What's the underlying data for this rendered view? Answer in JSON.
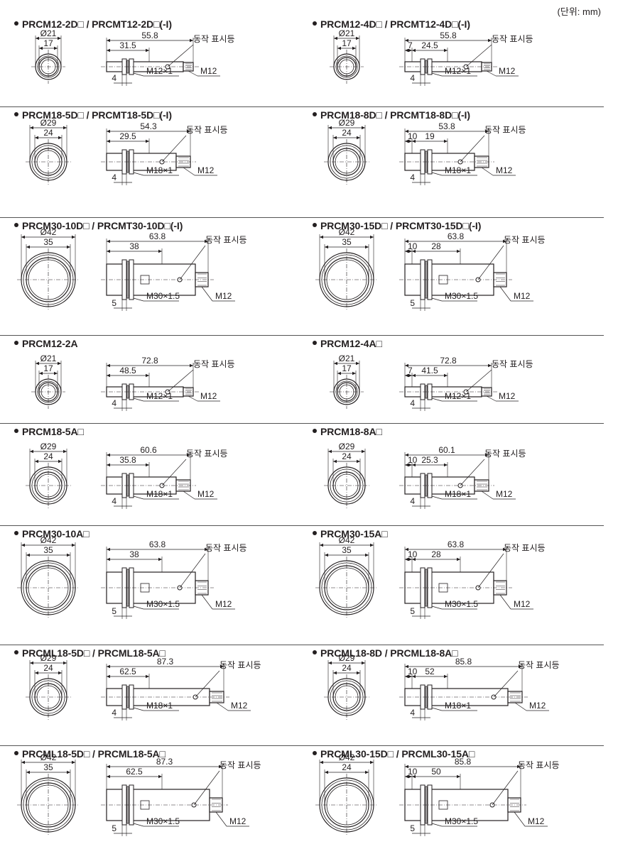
{
  "unit_note": "(단위: mm)",
  "products": [
    {
      "title": "PRCM12-2D□ / PRCMT12-2D□(-I)",
      "front_outer": "Ø21",
      "front_inner": "17",
      "total": "55.8",
      "dims": [
        "31.5"
      ],
      "nut": "4",
      "thread": "M12×1",
      "connector": "M12",
      "indicator": "동작 표시등"
    },
    {
      "title": "PRCM12-4D□ / PRCMT12-4D□(-I)",
      "front_outer": "Ø21",
      "front_inner": "17",
      "total": "55.8",
      "dims": [
        "7",
        "24.5"
      ],
      "nut": "4",
      "thread": "M12×1",
      "connector": "M12",
      "indicator": "동작 표시등"
    },
    {
      "title": "PRCM18-5D□ / PRCMT18-5D□(-I)",
      "front_outer": "Ø29",
      "front_inner": "24",
      "total": "54.3",
      "dims": [
        "29.5"
      ],
      "nut": "4",
      "thread": "M18×1",
      "connector": "M12",
      "indicator": "동작 표시등"
    },
    {
      "title": "PRCM18-8D□ / PRCMT18-8D□(-I)",
      "front_outer": "Ø29",
      "front_inner": "24",
      "total": "53.8",
      "dims": [
        "10",
        "19"
      ],
      "nut": "4",
      "thread": "M18×1",
      "connector": "M12",
      "indicator": "동작 표시등"
    },
    {
      "title": "PRCM30-10D□ / PRCMT30-10D□(-I)",
      "front_outer": "Ø42",
      "front_inner": "35",
      "total": "63.8",
      "dims": [
        "38"
      ],
      "nut": "5",
      "thread": "M30×1.5",
      "connector": "M12",
      "indicator": "동작 표시등"
    },
    {
      "title": "PRCM30-15D□ / PRCMT30-15D□(-I)",
      "front_outer": "Ø42",
      "front_inner": "35",
      "total": "63.8",
      "dims": [
        "10",
        "28"
      ],
      "nut": "5",
      "thread": "M30×1.5",
      "connector": "M12",
      "indicator": "동작 표시등"
    },
    {
      "title": "PRCM12-2A",
      "front_outer": "Ø21",
      "front_inner": "17",
      "total": "72.8",
      "dims": [
        "48.5"
      ],
      "nut": "4",
      "thread": "M12×1",
      "connector": "M12",
      "indicator": "동작 표시등"
    },
    {
      "title": "PRCM12-4A□",
      "front_outer": "Ø21",
      "front_inner": "17",
      "total": "72.8",
      "dims": [
        "7",
        "41.5"
      ],
      "nut": "4",
      "thread": "M12×1",
      "connector": "M12",
      "indicator": "동작 표시등"
    },
    {
      "title": "PRCM18-5A□",
      "front_outer": "Ø29",
      "front_inner": "24",
      "total": "60.6",
      "dims": [
        "35.8"
      ],
      "nut": "4",
      "thread": "M18×1",
      "connector": "M12",
      "indicator": "동작 표시등"
    },
    {
      "title": "PRCM18-8A□",
      "front_outer": "Ø29",
      "front_inner": "24",
      "total": "60.1",
      "dims": [
        "10",
        "25.3"
      ],
      "nut": "4",
      "thread": "M18×1",
      "connector": "M12",
      "indicator": "동작 표시등"
    },
    {
      "title": "PRCM30-10A□",
      "front_outer": "Ø42",
      "front_inner": "35",
      "total": "63.8",
      "dims": [
        "38"
      ],
      "nut": "5",
      "thread": "M30×1.5",
      "connector": "M12",
      "indicator": "동작 표시등"
    },
    {
      "title": "PRCM30-15A□",
      "front_outer": "Ø42",
      "front_inner": "35",
      "total": "63.8",
      "dims": [
        "10",
        "28"
      ],
      "nut": "5",
      "thread": "M30×1.5",
      "connector": "M12",
      "indicator": "동작 표시등"
    },
    {
      "title": "PRCML18-5D□ / PRCML18-5A□",
      "front_outer": "Ø29",
      "front_inner": "24",
      "total": "87.3",
      "dims": [
        "62.5"
      ],
      "nut": "4",
      "thread": "M18×1",
      "connector": "M12",
      "indicator": "동작 표시등"
    },
    {
      "title": "PRCML18-8D   / PRCML18-8A□",
      "front_outer": "Ø29",
      "front_inner": "24",
      "total": "85.8",
      "dims": [
        "10",
        "52"
      ],
      "nut": "4",
      "thread": "M18×1",
      "connector": "M12",
      "indicator": "동작 표시등"
    },
    {
      "title": "PRCML18-5D□ / PRCML18-5A□",
      "front_outer": "Ø42",
      "front_inner": "35",
      "total": "87.3",
      "dims": [
        "62.5"
      ],
      "nut": "5",
      "thread": "M30×1.5",
      "connector": "M12",
      "indicator": "동작 표시등"
    },
    {
      "title": "PRCML30-15D□ / PRCML30-15A□",
      "front_outer": "Ø42",
      "front_inner": "24",
      "total": "85.8",
      "dims": [
        "10",
        "50"
      ],
      "nut": "5",
      "thread": "M30×1.5",
      "connector": "M12",
      "indicator": "동작 표시등"
    }
  ]
}
